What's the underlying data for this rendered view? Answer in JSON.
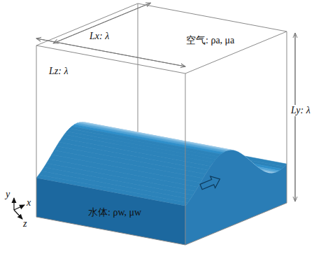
{
  "diagram": {
    "labels": [
      "Lz: λ",
      "Lx: λ",
      "空气: ρa, μa",
      "Ly: λ",
      "水体: ρw, μw",
      "y",
      "x",
      "z"
    ]
  }
}
